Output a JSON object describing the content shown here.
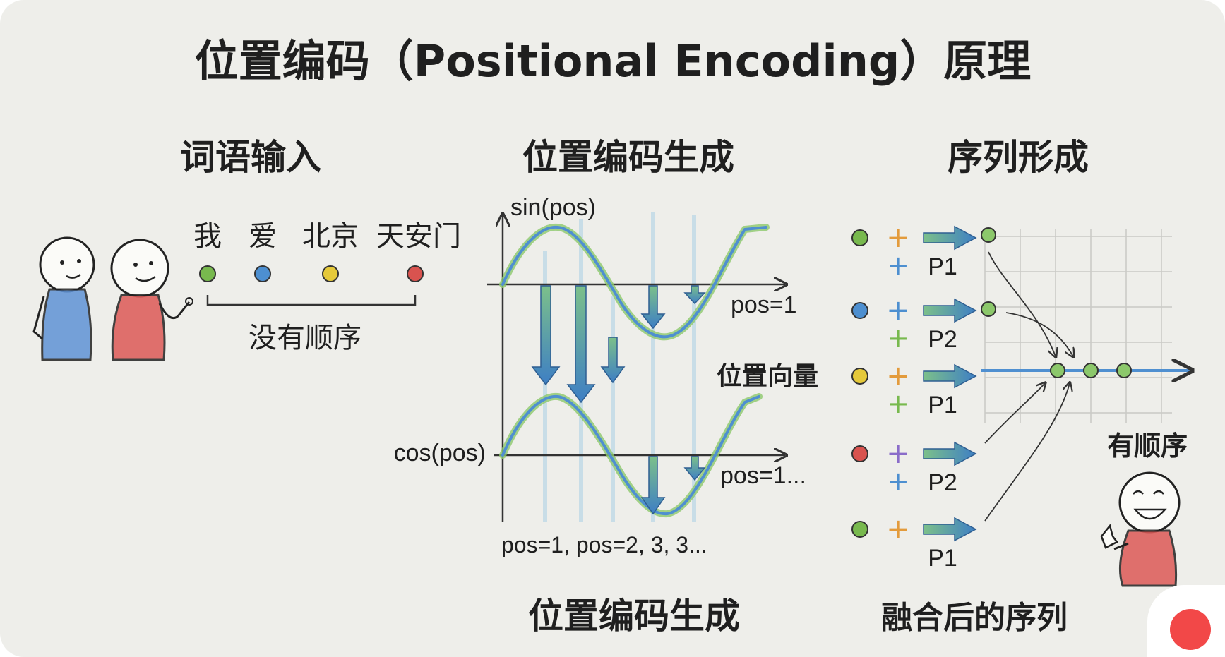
{
  "title": "位置编码（Positional Encoding）原理",
  "sections": {
    "input": "词语输入",
    "generation": "位置编码生成",
    "sequence": "序列形成"
  },
  "words": [
    "我",
    "爱",
    "北京",
    "天安门"
  ],
  "word_dot_colors": [
    "#78b94e",
    "#4d8fd0",
    "#e5c93a",
    "#d9534f"
  ],
  "no_order": "没有顺序",
  "sin_label": "sin(pos)",
  "cos_label": "cos(pos)",
  "pos_label_top": "pos=1",
  "pos_label_bottom": "pos=1...",
  "pos_axis_label": "pos=1, pos=2, 3, 3...",
  "position_vector": "位置向量",
  "bottom_caption_left": "位置编码生成",
  "bottom_caption_right": "融合后的序列",
  "has_order": "有顺序",
  "sequence_rows": [
    {
      "dot_color": "#78b94e",
      "plus_color": "#e39b3c",
      "label": "P1"
    },
    {
      "dot_color": "#4d8fd0",
      "plus_color": "#4d8fd0",
      "label": "P2"
    },
    {
      "dot_color": "#e5c93a",
      "plus_color": "#e39b3c",
      "label": "P1"
    },
    {
      "dot_color": "#d9534f",
      "plus_color": "#8a6cc9",
      "label": "P2"
    },
    {
      "dot_color": "#78b94e",
      "plus_color": "#e39b3c",
      "label": "P1"
    }
  ],
  "label_plus_colors": [
    "#4d8fd0",
    "#78b94e",
    "#78b94e",
    "#4d8fd0",
    ""
  ],
  "colors": {
    "green": "#78b94e",
    "blue": "#4d8fd0",
    "yellow": "#e5c93a",
    "red": "#d9534f",
    "ink": "#1f1f1f",
    "record": "#f24848"
  }
}
